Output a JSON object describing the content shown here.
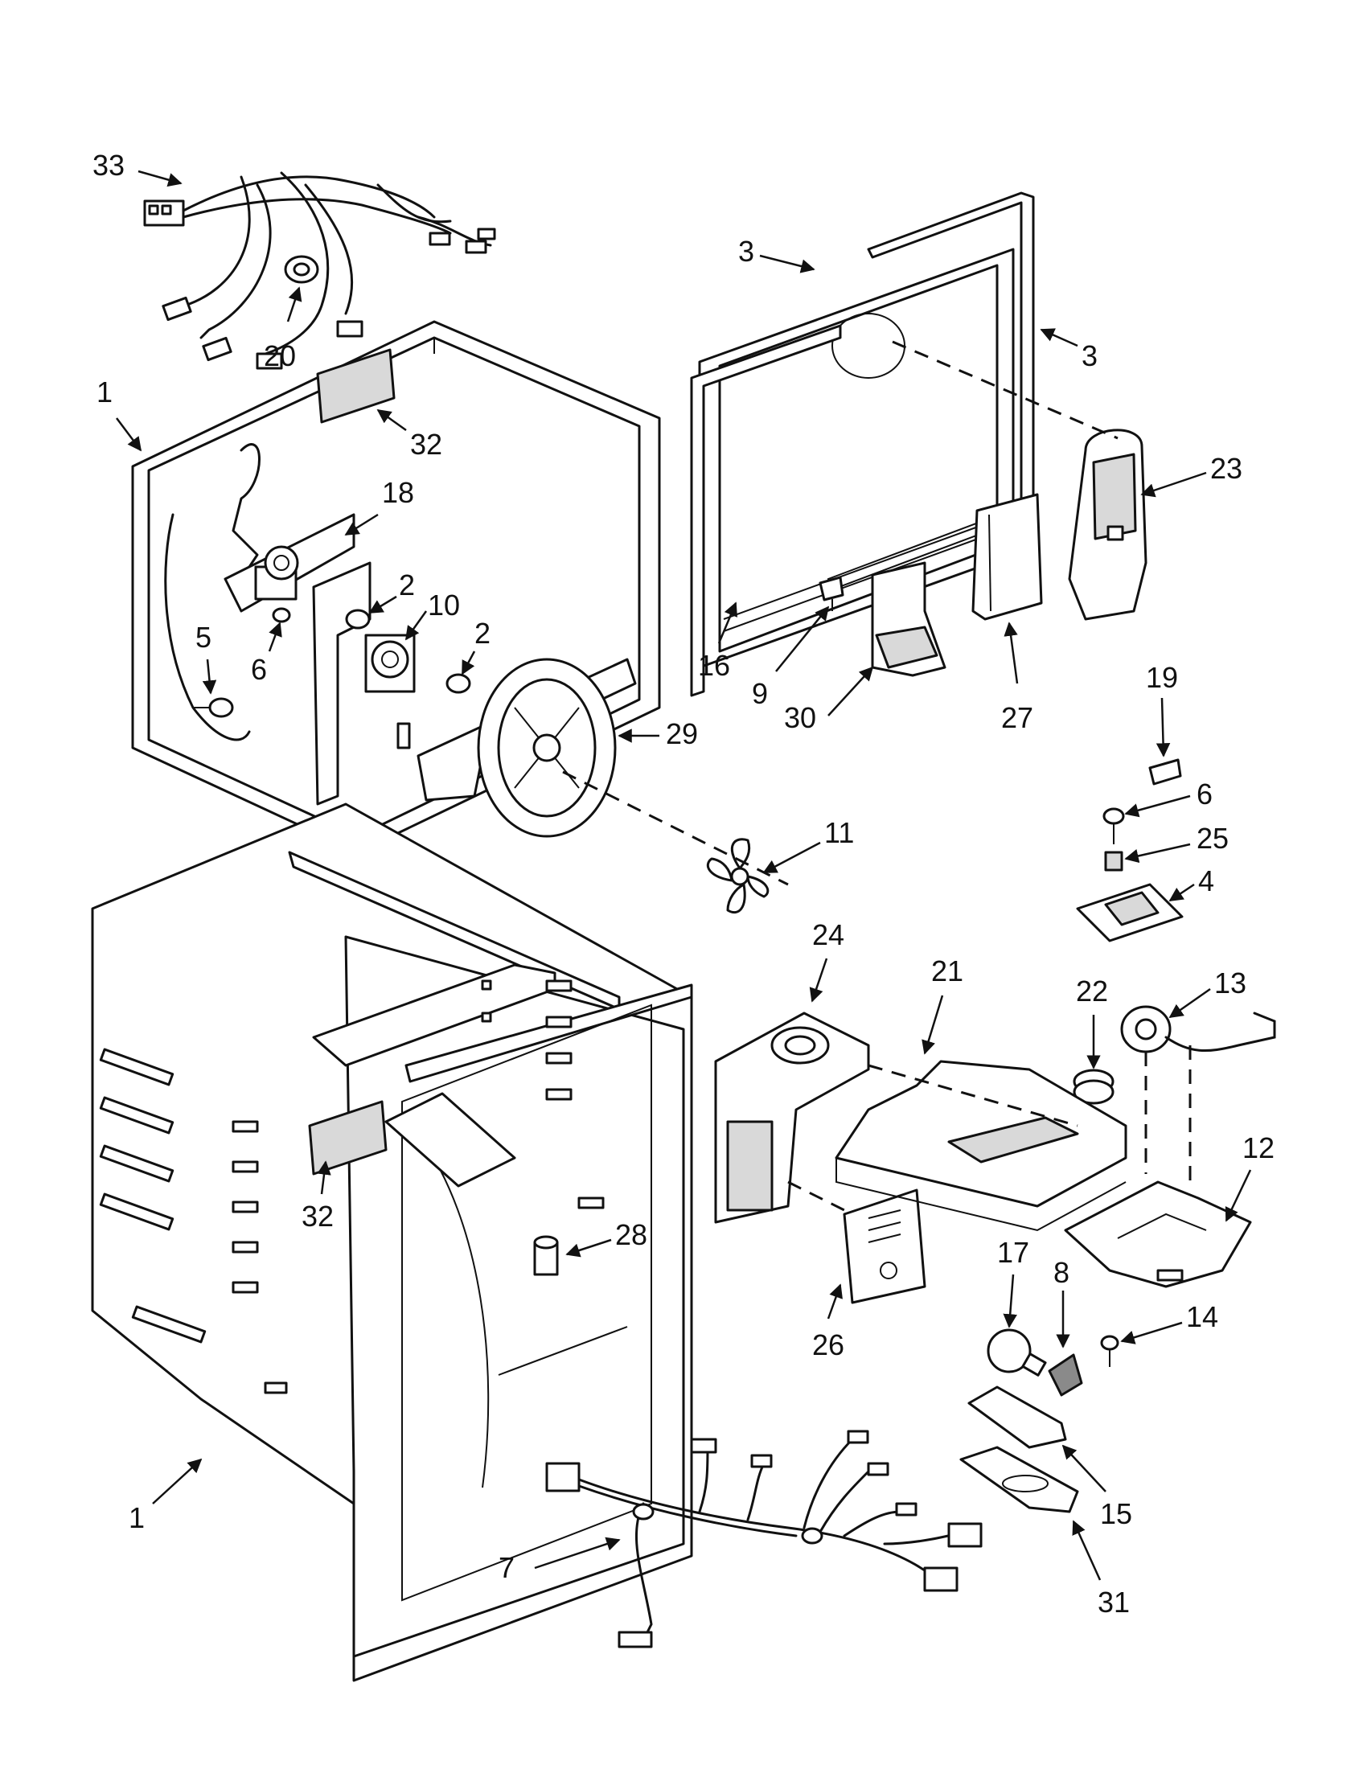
{
  "callouts": {
    "c33": "33",
    "c20": "20",
    "c1_top": "1",
    "c32_top": "32",
    "c18": "18",
    "c2_a": "2",
    "c10": "10",
    "c2_b": "2",
    "c5": "5",
    "c6_left": "6",
    "c29": "29",
    "c11": "11",
    "c3_left": "3",
    "c3_right": "3",
    "c23": "23",
    "c16": "16",
    "c9": "9",
    "c30": "30",
    "c27": "27",
    "c19": "19",
    "c6_right": "6",
    "c25": "25",
    "c4": "4",
    "c24": "24",
    "c21": "21",
    "c22": "22",
    "c13": "13",
    "c12": "12",
    "c32_bottom": "32",
    "c28": "28",
    "c26": "26",
    "c17": "17",
    "c8": "8",
    "c14": "14",
    "c15": "15",
    "c1_bottom": "1",
    "c7": "7",
    "c31": "31"
  },
  "colors": {
    "line": "#111111",
    "background": "#ffffff",
    "shade": "#d9d9d9"
  }
}
